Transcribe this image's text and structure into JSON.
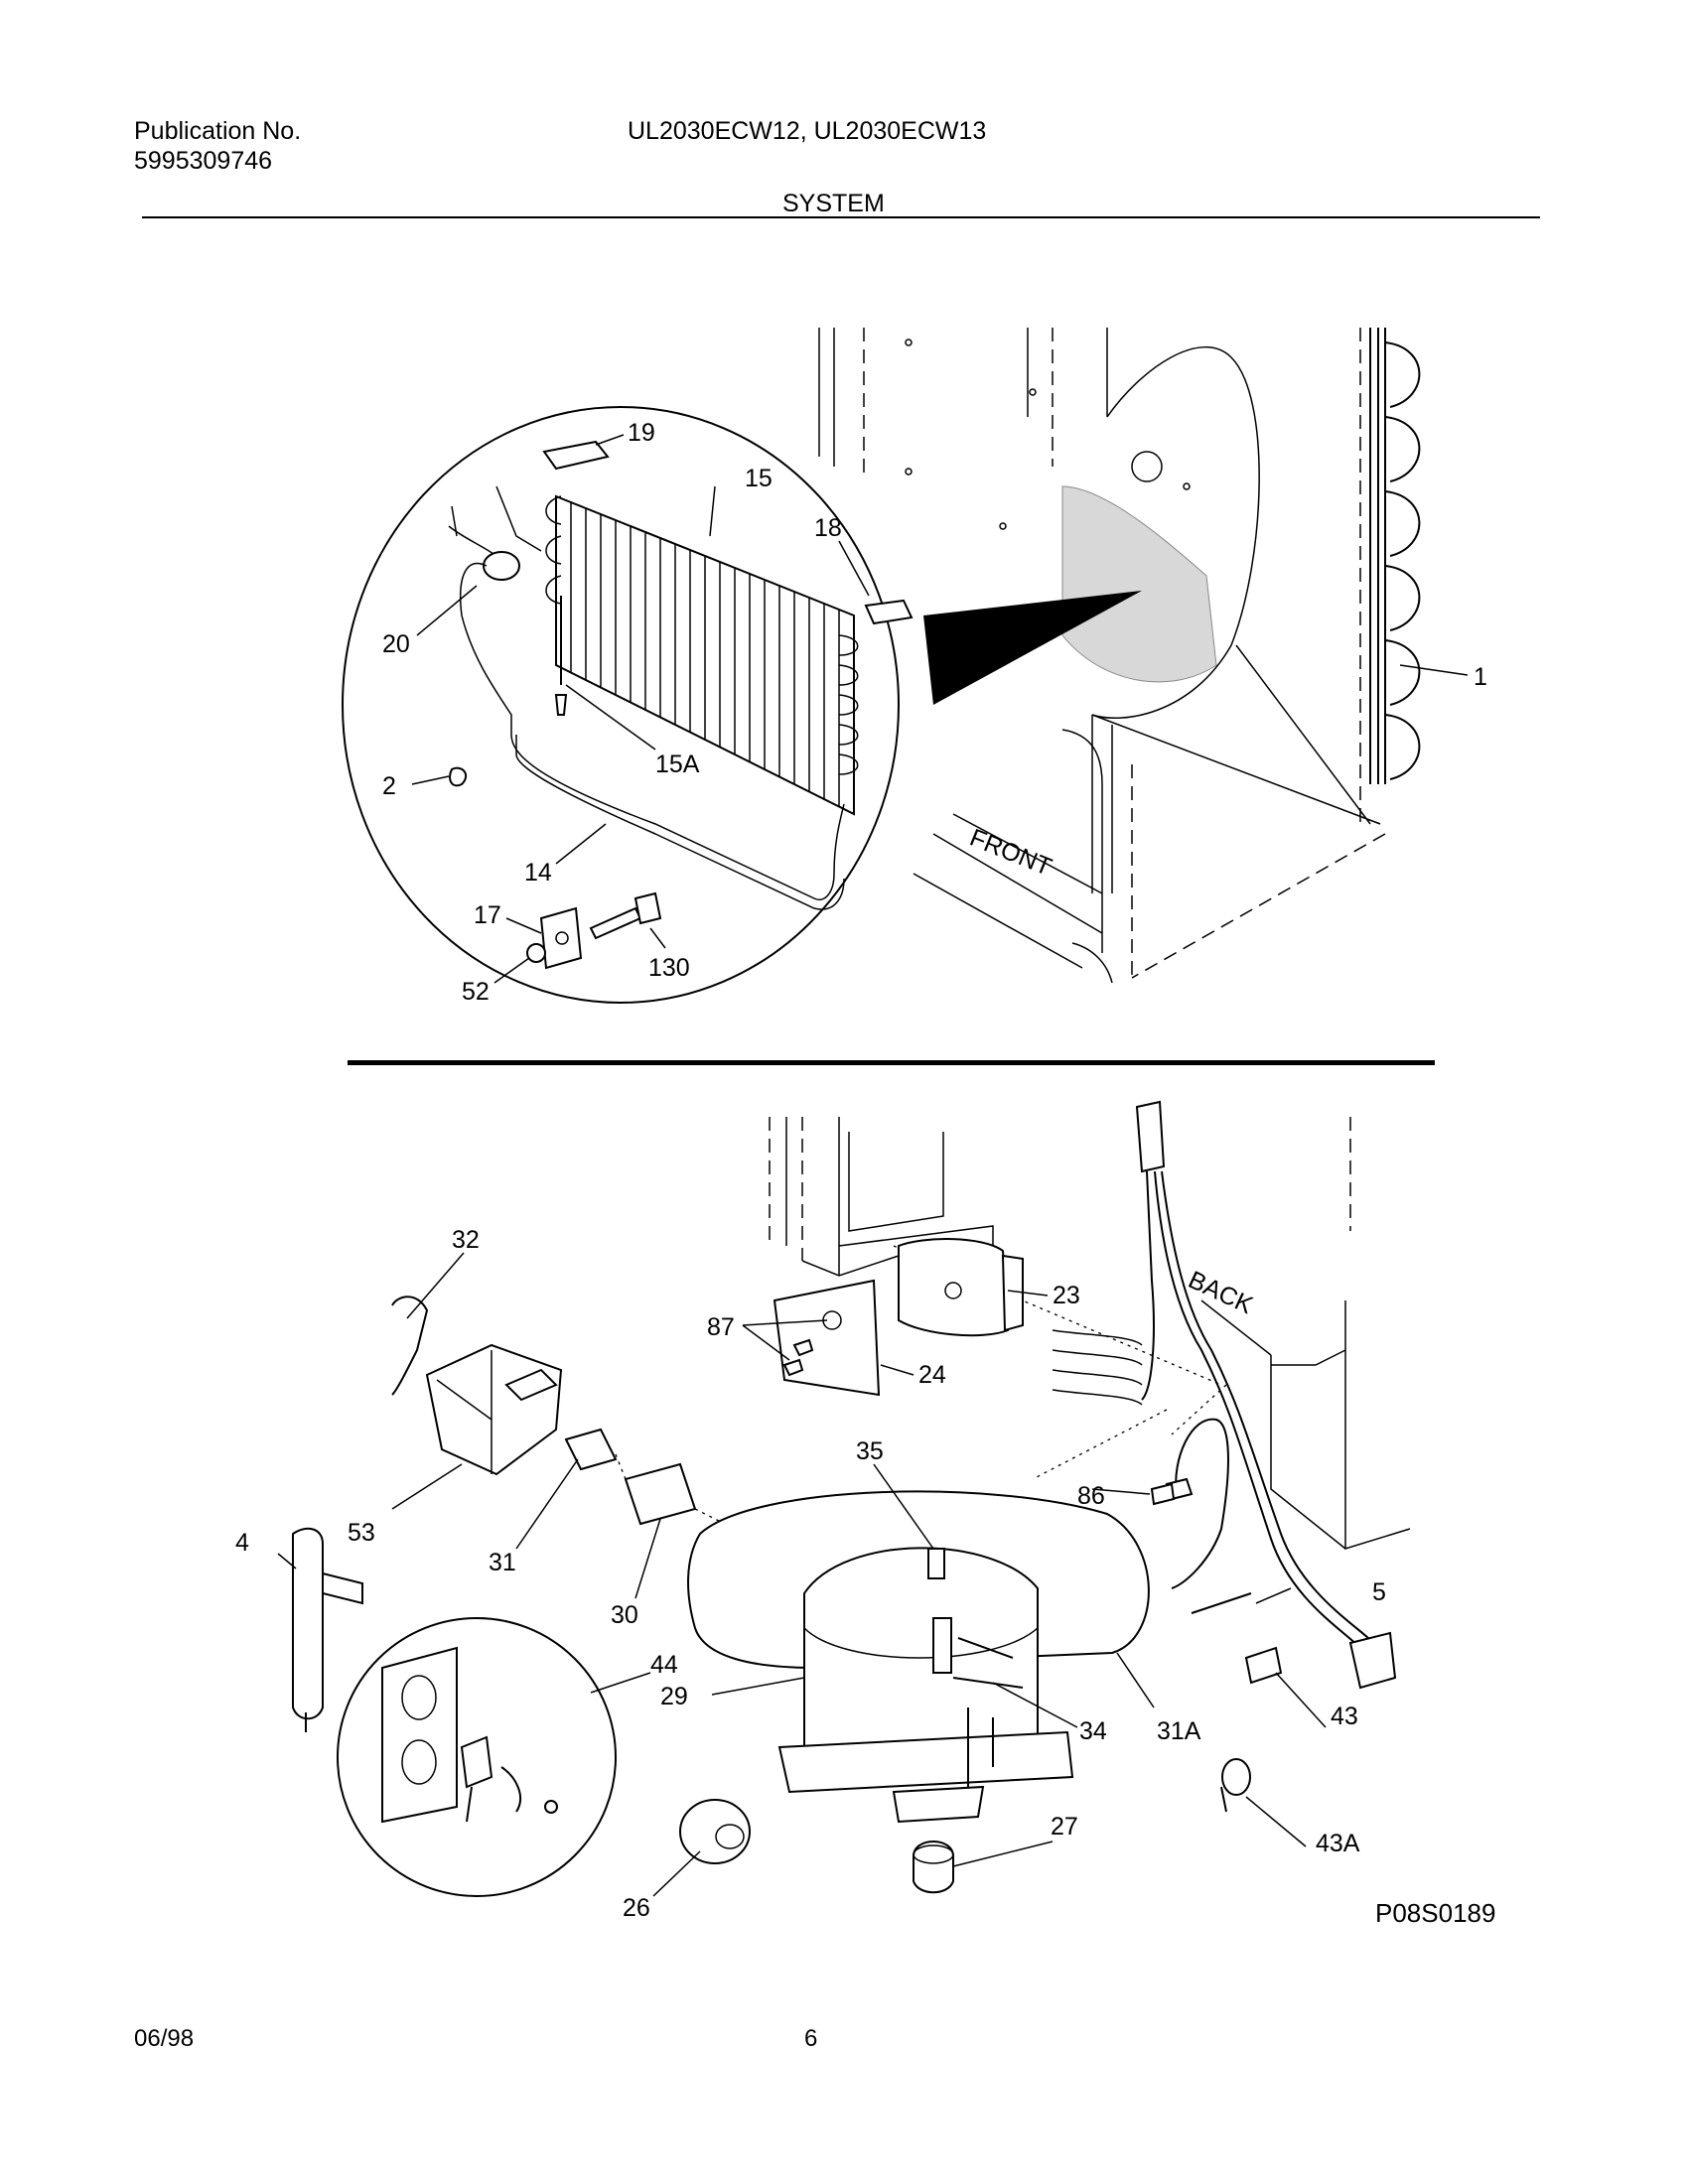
{
  "header": {
    "publication_label": "Publication No.",
    "publication_number": "5995309746",
    "models": "UL2030ECW12, UL2030ECW13",
    "section": "SYSTEM"
  },
  "top_view": {
    "orientation_label": "FRONT",
    "callouts": [
      "19",
      "15",
      "18",
      "20",
      "15A",
      "2",
      "14",
      "17",
      "130",
      "52",
      "1"
    ]
  },
  "bottom_view": {
    "orientation_label": "BACK",
    "callouts": [
      "32",
      "87",
      "23",
      "24",
      "35",
      "86",
      "53",
      "4",
      "31",
      "30",
      "5",
      "44",
      "29",
      "34",
      "31A",
      "43",
      "27",
      "43A",
      "26"
    ]
  },
  "figure_code": "P08S0189",
  "footer": {
    "date": "06/98",
    "page": "6"
  }
}
